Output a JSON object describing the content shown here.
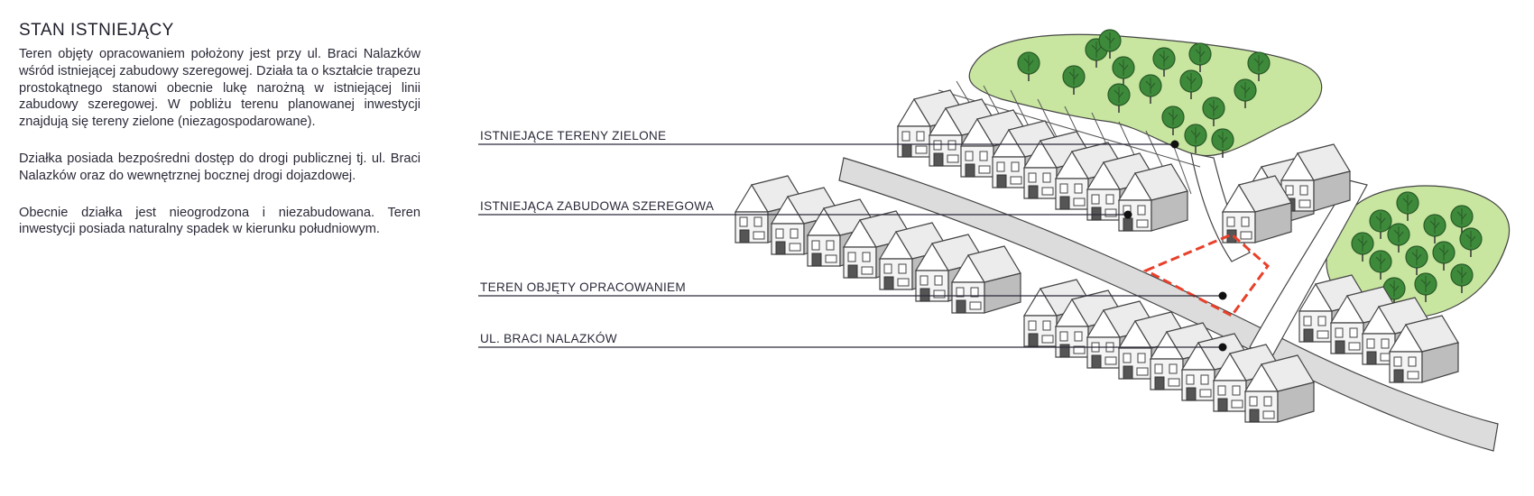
{
  "section": {
    "title": "STAN ISTNIEJĄCY",
    "paragraphs": [
      "Teren objęty opracowaniem położony jest przy ul. Braci Nalazków wśród istniejącej zabudowy szeregowej. Działa ta o kształcie trapezu prostokątnego stanowi obecnie lukę narożną w istniejącej linii zabudowy szeregowej. W pobliżu terenu planowanej inwestycji znajdują się tereny zielone (niezagospodarowane).",
      "Działka posiada bezpośredni dostęp do drogi publicznej tj. ul. Braci Nalazków oraz do wewnętrznej bocznej drogi dojazdowej.",
      "Obecnie działka jest nieogrodzona i niezabudowana. Teren inwestycji posiada naturalny spadek w kierunku południowym."
    ]
  },
  "diagram": {
    "labels": {
      "green_areas": "ISTNIEJĄCE TERENY ZIELONE",
      "terraced_housing": "ISTNIEJĄCA ZABUDOWA SZEREGOWA",
      "study_area": "TEREN OBJĘTY OPRACOWANIEM",
      "street": "UL. BRACI NALAZKÓW"
    },
    "colors": {
      "green": "#c8e6a0",
      "tree": "#3d8a3a",
      "plot_outline": "#e8402a",
      "road": "#dcdcdc",
      "leader_line": "#2a2a3a"
    }
  }
}
